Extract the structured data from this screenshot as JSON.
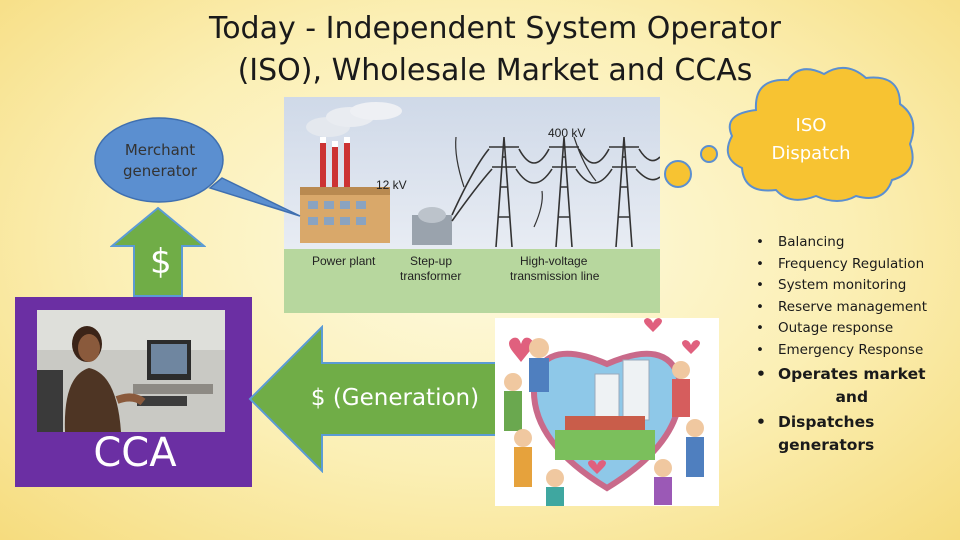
{
  "title": {
    "line1": "Today - Independent System Operator",
    "line2": "(ISO), Wholesale Market and CCAs"
  },
  "merchant_bubble": {
    "line1": "Merchant",
    "line2": "generator"
  },
  "iso_cloud": {
    "line1": "ISO",
    "line2": "Dispatch"
  },
  "up_arrow_label": "$",
  "cca_label": "CCA",
  "generation_arrow_label": "$ (Generation)",
  "diagram": {
    "kv_top": "400 kV",
    "kv_plant": "12 kV",
    "labels": [
      {
        "line1": "Power plant",
        "line2": ""
      },
      {
        "line1": "Step-up",
        "line2": "transformer"
      },
      {
        "line1": "High-voltage",
        "line2": "transmission line"
      }
    ]
  },
  "bullets_small": [
    "Balancing",
    "Frequency Regulation",
    "System monitoring",
    "Reserve management",
    "Outage response",
    "Emergency Response"
  ],
  "bullets_large": [
    {
      "line1": "Operates market",
      "line2": "and"
    },
    {
      "line1": "Dispatches",
      "line2": "generators"
    }
  ],
  "bullet_symbol": "•",
  "colors": {
    "arrow_green": "#70ad47",
    "arrow_border": "#5b9bd5",
    "cca_purple": "#6b2fa3",
    "iso_cloud": "#f7c332",
    "merchant_bubble": "#5b8fd0"
  }
}
